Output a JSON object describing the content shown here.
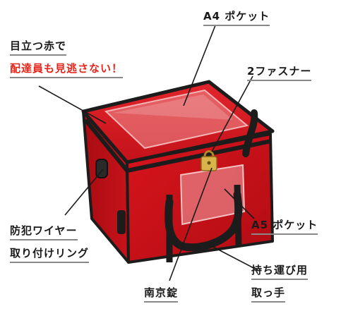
{
  "labels": {
    "a4_pocket": "A4 ポケット",
    "conspicuous": "目立つ赤で",
    "no_miss": "配達員も見逃さない！",
    "two_zipper": "2ファスナー",
    "anti_theft_1": "防犯ワイヤー",
    "anti_theft_2": "取り付けリング",
    "a5_pocket": "A5 ポケット",
    "carry_handle_1": "持ち運び用",
    "carry_handle_2": "取っ手",
    "padlock": "南京錠"
  },
  "colors": {
    "bag_red": "#d8141c",
    "bag_red_dark": "#a80c12",
    "strap_black": "#1c1c1c",
    "accent_text": "#e8251b",
    "leader_line": "#1a1a1a"
  }
}
